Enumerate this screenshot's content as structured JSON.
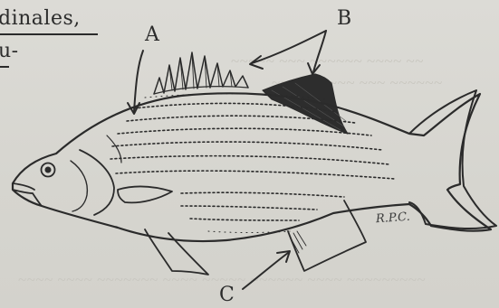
{
  "page_text": {
    "line1": "dinales,",
    "line2": "u-"
  },
  "callouts": {
    "a": "A",
    "b": "B",
    "c": "C"
  },
  "artist_initials": "R.P.C.",
  "colors": {
    "paper": "#d9d8d3",
    "ink": "#2b2b2b"
  }
}
